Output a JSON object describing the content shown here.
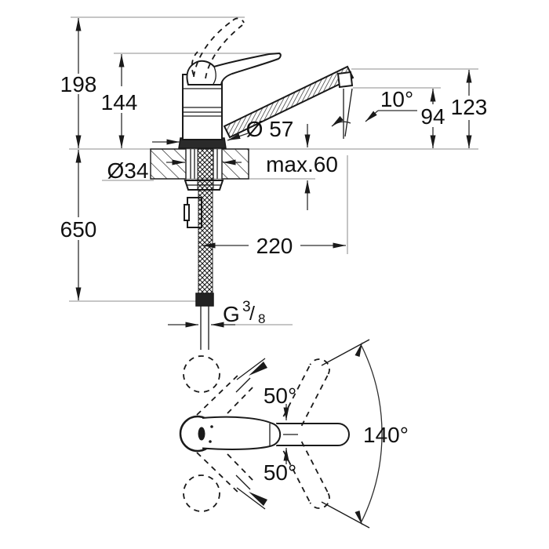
{
  "drawing": {
    "side_view": {
      "height_total": "198",
      "height_to_handle": "144",
      "hose_length": "650",
      "hole_diameter": "Ø34",
      "base_diameter": "Ø 57",
      "max_counter_thickness": "max.60",
      "spout_projection": "220",
      "outlet_angle": "10°",
      "outlet_height": "94",
      "spout_height": "123",
      "thread": {
        "prefix": "G",
        "numerator": "3",
        "slash": "/",
        "denominator": "8"
      }
    },
    "top_view": {
      "handle_swing_upper": "50°",
      "handle_swing_lower": "50°",
      "spout_swivel_range": "140°"
    }
  },
  "colors": {
    "background": "#ffffff",
    "outline": "#1a1a1a",
    "dimension_line": "#2e2e2e",
    "reference_line": "#a3a3a3",
    "text": "#111111"
  }
}
